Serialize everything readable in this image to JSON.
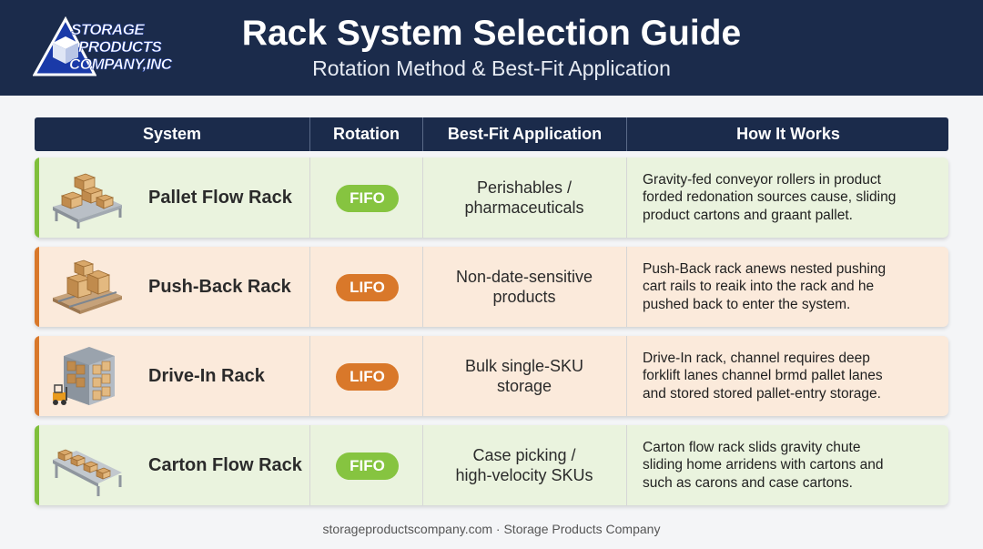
{
  "header": {
    "logo": {
      "line1": "STORAGE",
      "line2": "PRODUCTS",
      "line3": "COMPANY,INC"
    },
    "title": "Rack System Selection Guide",
    "subtitle": "Rotation Method & Best-Fit Application"
  },
  "table": {
    "columns": [
      "System",
      "Rotation",
      "Best-Fit Application",
      "How It Works"
    ],
    "rows": [
      {
        "system": "Pallet Flow Rack",
        "rotation": "FIFO",
        "application": [
          "Perishables /",
          "pharmaceuticals"
        ],
        "how": [
          "Gravity-fed conveyor rollers in product",
          "forded redonation sources cause, sliding",
          "product cartons and graant pallet."
        ],
        "icon": "pallet-flow-icon"
      },
      {
        "system": "Push-Back Rack",
        "rotation": "LIFO",
        "application": [
          "Non-date-sensitive",
          "products"
        ],
        "how": [
          "Push-Back rack anews nested pushing",
          "cart rails to reaik into the rack and he",
          "pushed back to enter the system."
        ],
        "icon": "push-back-icon"
      },
      {
        "system": "Drive-In Rack",
        "rotation": "LIFO",
        "application": [
          "Bulk single-SKU",
          "storage"
        ],
        "how": [
          "Drive-In rack, channel requires deep",
          "forklift lanes channel brmd pallet lanes",
          "and stored stored pallet-entry storage."
        ],
        "icon": "drive-in-icon"
      },
      {
        "system": "Carton Flow Rack",
        "rotation": "FIFO",
        "application": [
          "Case picking /",
          "high-velocity SKUs"
        ],
        "how": [
          "Carton flow rack slids gravity chute",
          "sliding home arridens with cartons and",
          "such as carons and case cartons."
        ],
        "icon": "carton-flow-icon"
      }
    ]
  },
  "footer": "storageproductscompany.com · Storage Products Company",
  "colors": {
    "navy": "#1b2b4b",
    "fifo_green": "#86c440",
    "lifo_orange": "#d9782a",
    "fifo_row": "#eaf3de",
    "lifo_row": "#fbeadb"
  }
}
